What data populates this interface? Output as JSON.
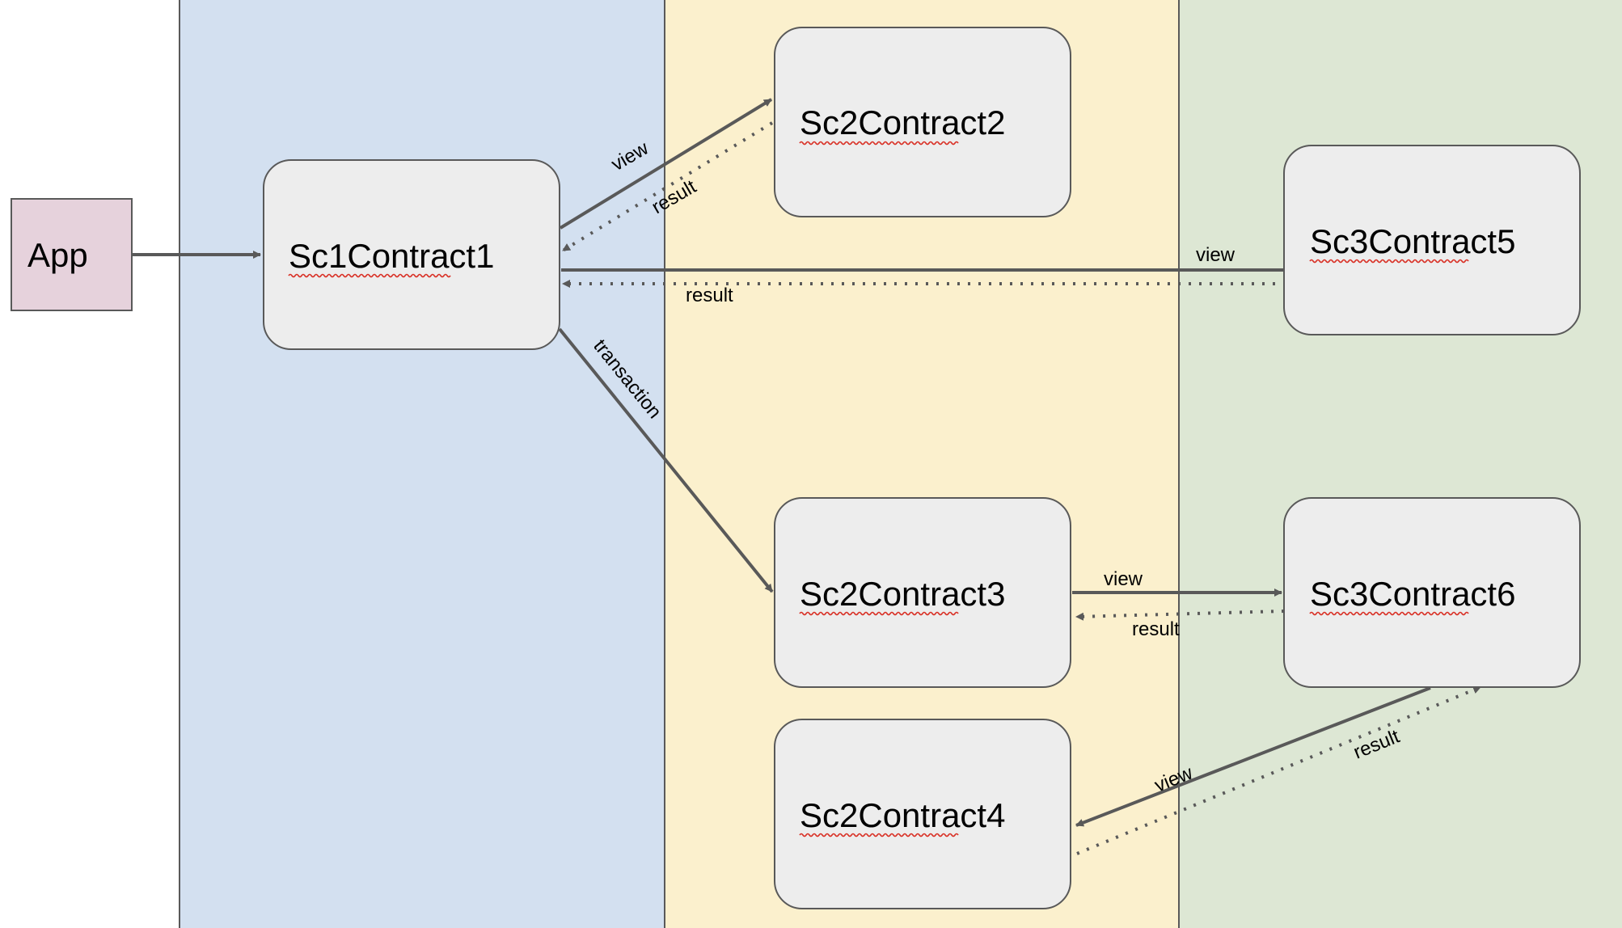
{
  "lanes": [
    {
      "id": "lane-sc1",
      "color": "#d3e0f0"
    },
    {
      "id": "lane-sc2",
      "color": "#fbf0cd"
    },
    {
      "id": "lane-sc3",
      "color": "#dde7d4"
    }
  ],
  "nodes": {
    "app": {
      "label": "App",
      "color": "#e6d2dc"
    },
    "sc1c1": {
      "label": "Sc1Contract1",
      "color": "#ededed"
    },
    "sc2c2": {
      "label": "Sc2Contract2",
      "color": "#ededed"
    },
    "sc3c5": {
      "label": "Sc3Contract5",
      "color": "#ededed"
    },
    "sc2c3": {
      "label": "Sc2Contract3",
      "color": "#ededed"
    },
    "sc3c6": {
      "label": "Sc3Contract6",
      "color": "#ededed"
    },
    "sc2c4": {
      "label": "Sc2Contract4",
      "color": "#ededed"
    }
  },
  "edges": [
    {
      "id": "app-to-sc1c1",
      "label": "",
      "style": "solid"
    },
    {
      "id": "sc1c1-view-sc2c2",
      "label": "view",
      "style": "solid"
    },
    {
      "id": "sc2c2-result-sc1c1",
      "label": "result",
      "style": "dotted"
    },
    {
      "id": "sc1c1-view-sc3c5",
      "label": "view",
      "style": "solid"
    },
    {
      "id": "sc3c5-result-sc1c1",
      "label": "result",
      "style": "dotted"
    },
    {
      "id": "sc1c1-transaction-sc2c3",
      "label": "transaction",
      "style": "solid"
    },
    {
      "id": "sc2c3-view-sc3c6",
      "label": "view",
      "style": "solid"
    },
    {
      "id": "sc3c6-result-sc2c3",
      "label": "result",
      "style": "dotted"
    },
    {
      "id": "sc3c6-view-sc2c4",
      "label": "view",
      "style": "solid"
    },
    {
      "id": "sc2c4-result-sc3c6",
      "label": "result",
      "style": "dotted"
    }
  ],
  "colors": {
    "edge": "#595959",
    "border": "#595959",
    "spellcheck": "#d93025"
  }
}
